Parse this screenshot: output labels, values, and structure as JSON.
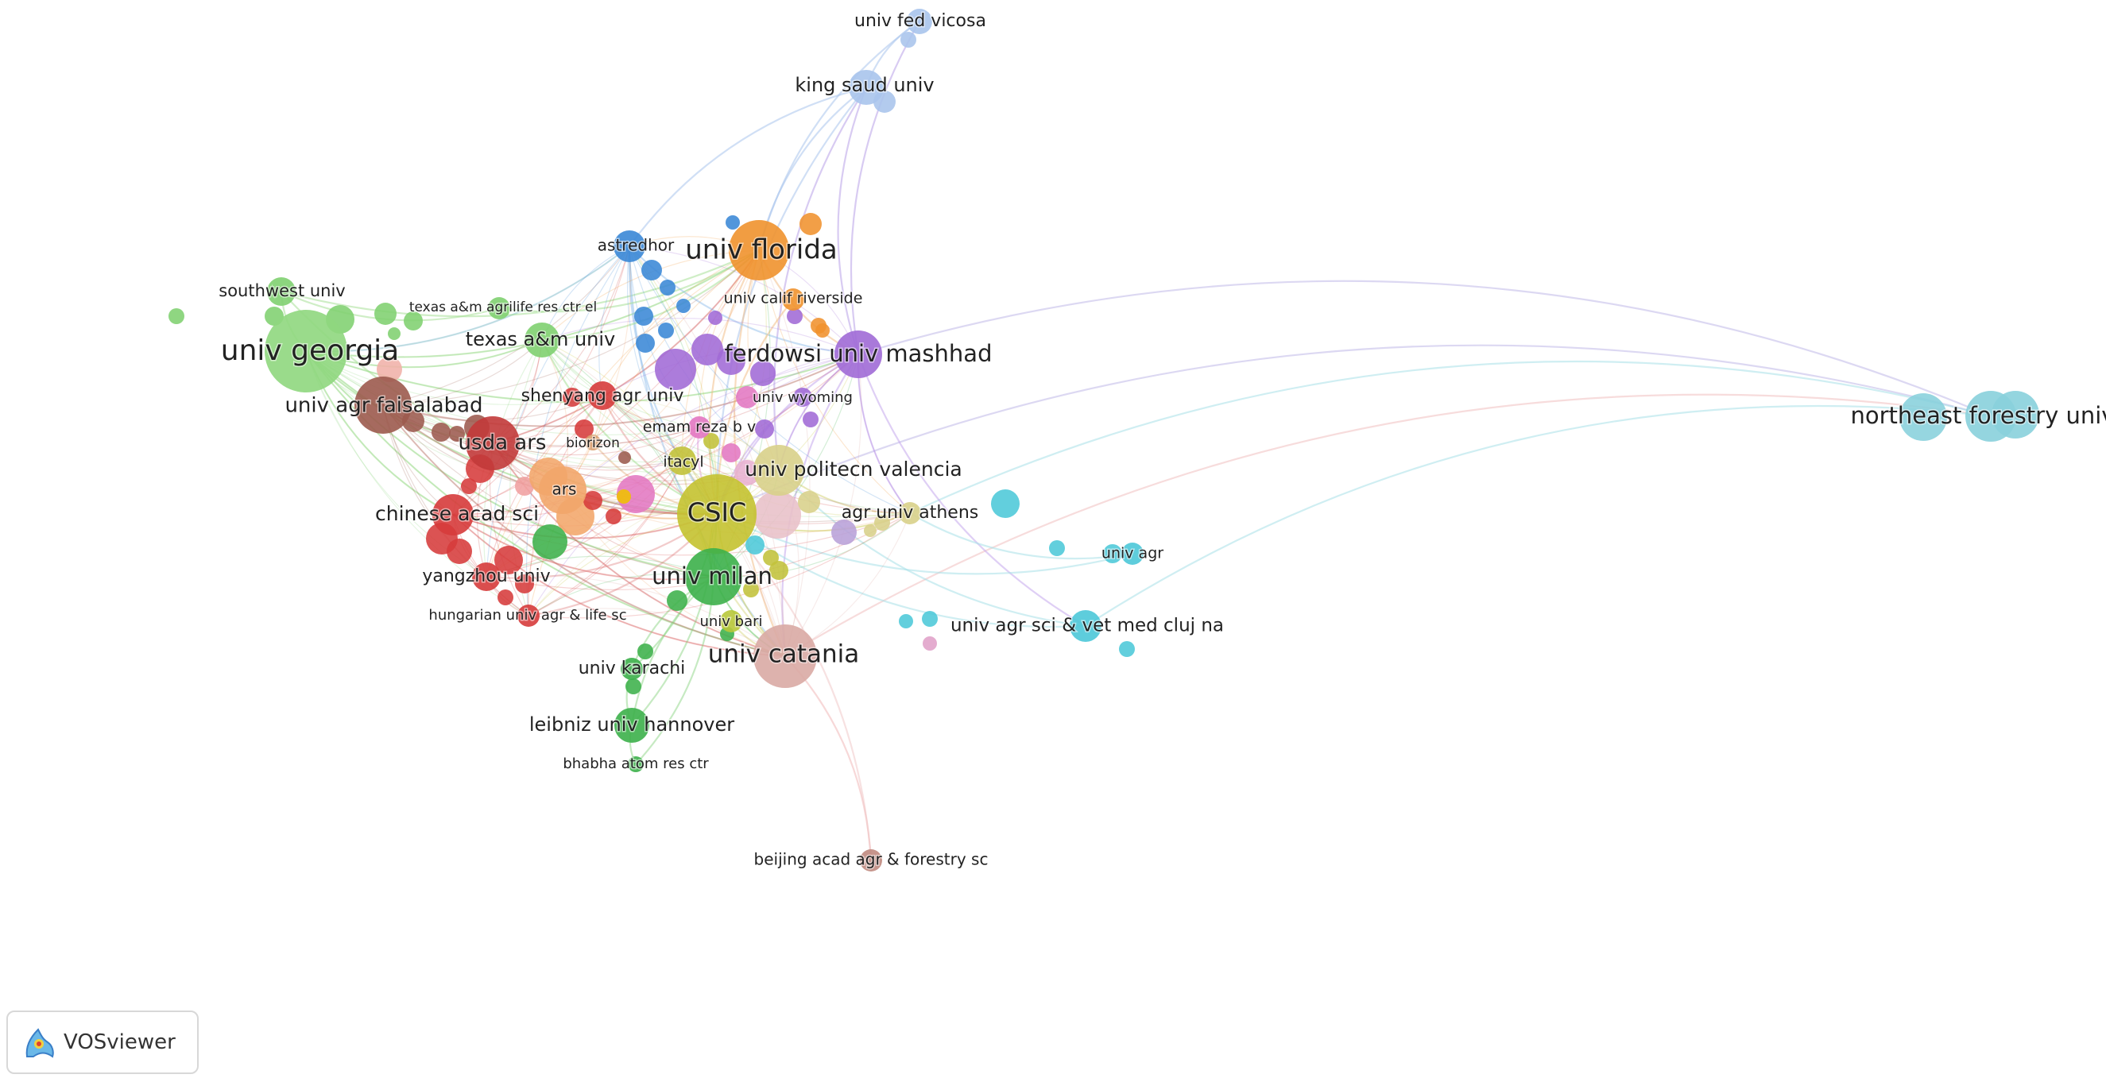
{
  "network": {
    "nodes": [
      {
        "id": "ufv",
        "label": "univ fed vicosa",
        "color": "#a9c4ec"
      },
      {
        "id": "ksu",
        "label": "king saud univ",
        "color": "#a9c4ec"
      },
      {
        "id": "astredhor",
        "label": "astredhor",
        "color": "#3a87d6"
      },
      {
        "id": "ufl",
        "label": "univ florida",
        "color": "#f0922e"
      },
      {
        "id": "ucr",
        "label": "univ calif riverside",
        "color": "#f0922e"
      },
      {
        "id": "southwest",
        "label": "southwest univ",
        "color": "#7fd070"
      },
      {
        "id": "tamlife",
        "label": "texas a&m agrilife res ctr el",
        "color": "#7fd070"
      },
      {
        "id": "uga",
        "label": "univ georgia",
        "color": "#8fd77e"
      },
      {
        "id": "tamu",
        "label": "texas a&m univ",
        "color": "#7fd070"
      },
      {
        "id": "ferdowsi",
        "label": "ferdowsi univ mashhad",
        "color": "#a06ad6"
      },
      {
        "id": "uaf",
        "label": "univ agr faisalabad",
        "color": "#9c5a4e"
      },
      {
        "id": "shenyang",
        "label": "shenyang agr univ",
        "color": "#d63b3b"
      },
      {
        "id": "uwyo",
        "label": "univ wyoming",
        "color": "#a06ad6"
      },
      {
        "id": "usda",
        "label": "usda ars",
        "color": "#c23a3a"
      },
      {
        "id": "biorizon",
        "label": "biorizon",
        "color": "#d9a070"
      },
      {
        "id": "emam",
        "label": "emam reza b v",
        "color": "#e377c2"
      },
      {
        "id": "itacyl",
        "label": "itacyl",
        "color": "#c2c23a"
      },
      {
        "id": "upv",
        "label": "univ politecn valencia",
        "color": "#d8d08a"
      },
      {
        "id": "ars",
        "label": "ars",
        "color": "#f2a66a"
      },
      {
        "id": "csic",
        "label": "CSIC",
        "color": "#c4c230"
      },
      {
        "id": "cas",
        "label": "chinese acad sci",
        "color": "#d63b3b"
      },
      {
        "id": "aua",
        "label": "agr univ athens",
        "color": "#d8d08a"
      },
      {
        "id": "unimi",
        "label": "univ milan",
        "color": "#3cb04a"
      },
      {
        "id": "yangzhou",
        "label": "yangzhou univ",
        "color": "#d63b3b"
      },
      {
        "id": "hungarian",
        "label": "hungarian univ agr & life sc",
        "color": "#d63b3b"
      },
      {
        "id": "uniba",
        "label": "univ bari",
        "color": "#b8c83a"
      },
      {
        "id": "unict",
        "label": "univ catania",
        "color": "#d9aaa4"
      },
      {
        "id": "karachi",
        "label": "univ karachi",
        "color": "#3cb04a"
      },
      {
        "id": "hannover",
        "label": "leibniz univ hannover",
        "color": "#3cb04a"
      },
      {
        "id": "barc",
        "label": "bhabha atom res ctr",
        "color": "#3cb04a"
      },
      {
        "id": "baafs",
        "label": "beijing acad agr & forestry sc",
        "color": "#c08a80"
      },
      {
        "id": "usamv",
        "label": "univ agr sci & vet med cluj na",
        "color": "#4cc8d8"
      },
      {
        "id": "univagr",
        "label": "univ agr",
        "color": "#4cc8d8"
      },
      {
        "id": "nefu",
        "label": "northeast forestry univ",
        "color": "#88d0dc"
      }
    ]
  }
}
